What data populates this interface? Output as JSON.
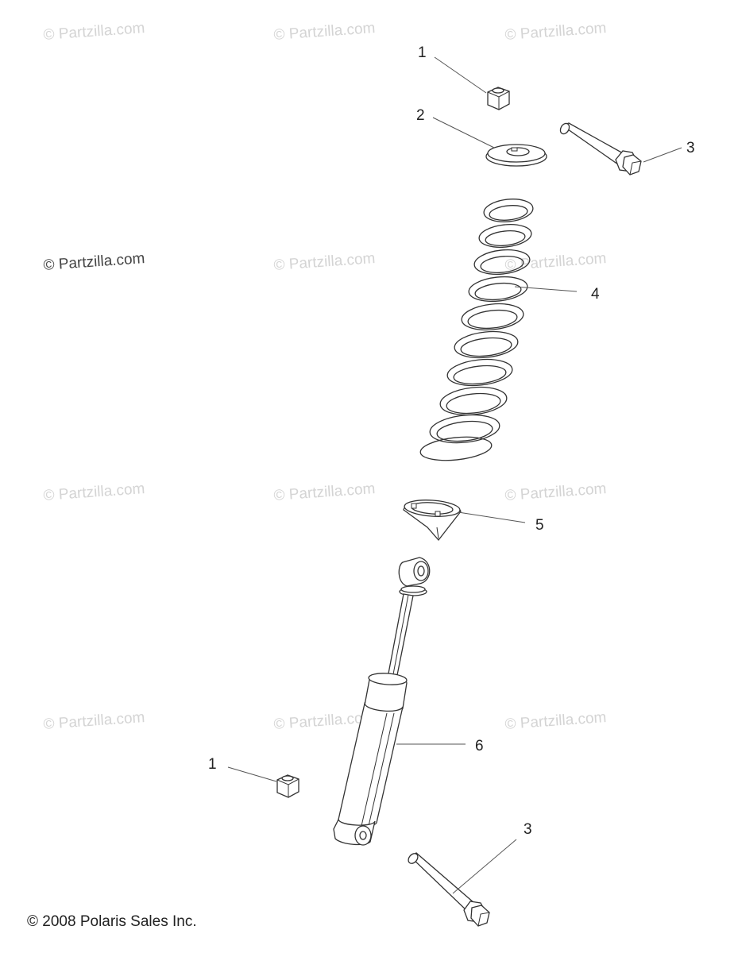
{
  "watermarks": [
    "© Partzilla.com",
    "© Partzilla.com",
    "© Partzilla.com",
    "© Partzilla.com",
    "© Partzilla.com",
    "© Partzilla.com",
    "© Partzilla.com",
    "© Partzilla.com",
    "© Partzilla.com",
    "© Partzilla.com",
    "© Partzilla.com",
    "© Partzilla.com"
  ],
  "callouts": {
    "nut_upper": "1",
    "washer": "2",
    "bolt_upper": "3",
    "spring": "4",
    "retainer": "5",
    "shock": "6",
    "nut_lower": "1",
    "bolt_lower": "3"
  },
  "parts": {
    "nut_upper": "flange-nut-icon",
    "washer": "washer-icon",
    "bolt_upper": "bolt-icon",
    "spring": "coil-spring-icon",
    "retainer": "spring-retainer-icon",
    "shock": "shock-absorber-icon",
    "nut_lower": "flange-nut-icon",
    "bolt_lower": "bolt-icon"
  },
  "footer": {
    "copyright": "© 2008 Polaris Sales Inc."
  }
}
